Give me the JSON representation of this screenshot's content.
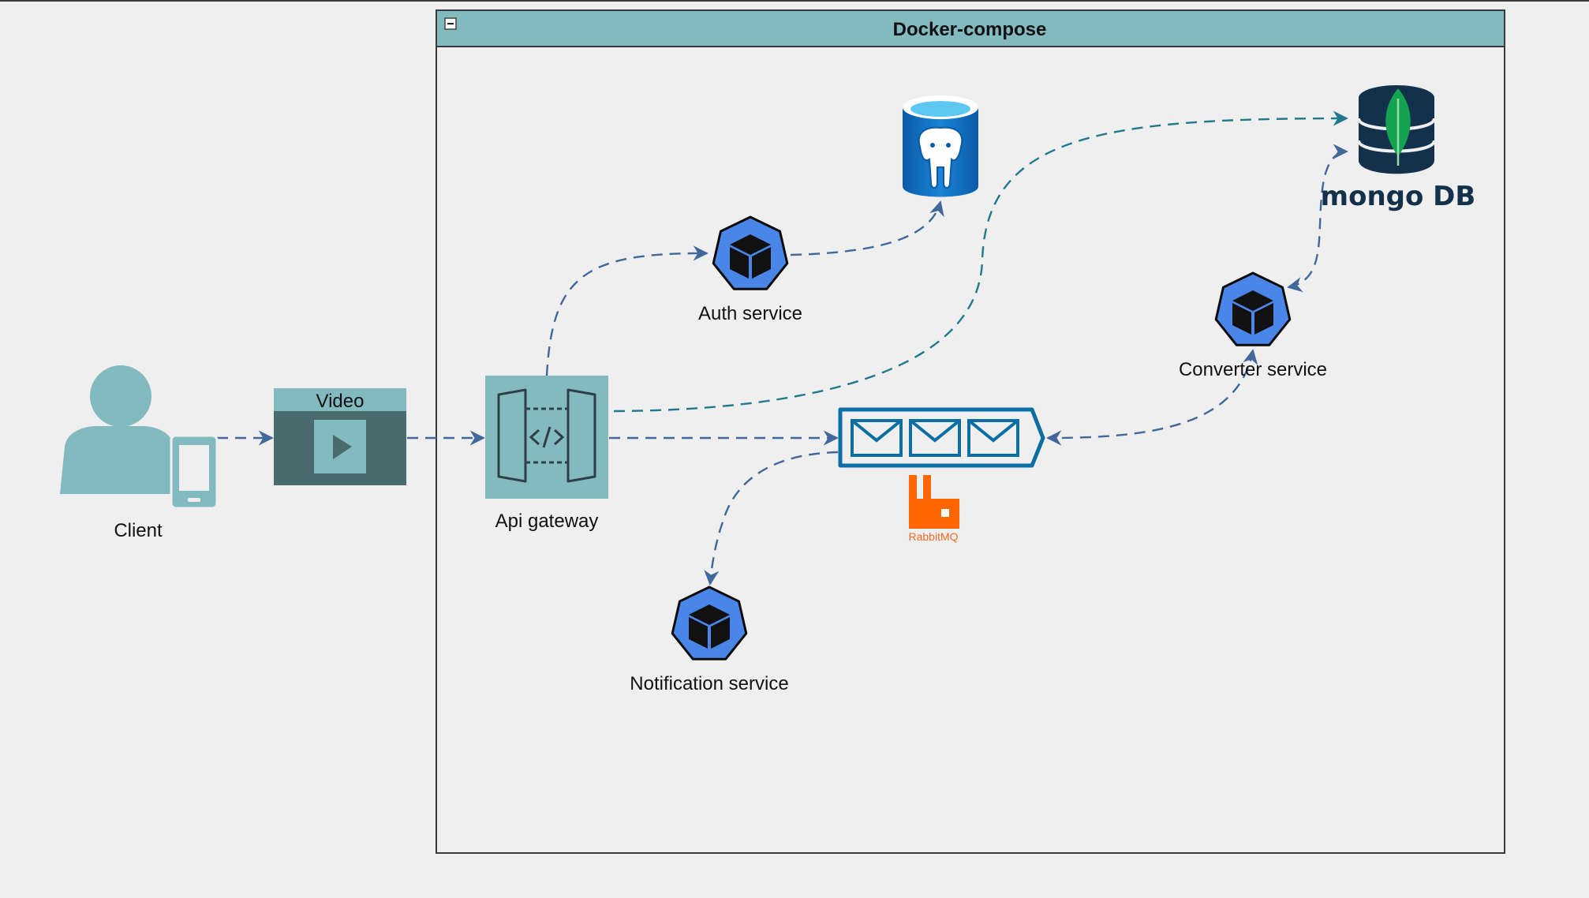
{
  "container": {
    "title": "Docker-compose"
  },
  "nodes": {
    "client": {
      "label": "Client"
    },
    "video": {
      "label": "Video"
    },
    "api_gateway": {
      "label": "Api gateway"
    },
    "auth_service": {
      "label": "Auth service"
    },
    "converter_service": {
      "label": "Converter service"
    },
    "notification_service": {
      "label": "Notification service"
    },
    "mongodb": {
      "label": "mongo DB"
    },
    "rabbitmq": {
      "label": "RabbitMQ"
    }
  },
  "colors": {
    "teal": "#82babf",
    "dark_teal": "#4a6b6e",
    "service_blue": "#4a86e8",
    "edge": "#41689a",
    "postgres_blue": "#0e73c7",
    "mongo_navy": "#13314b",
    "mongo_green": "#13a350",
    "rabbit_orange": "#ff6600"
  }
}
